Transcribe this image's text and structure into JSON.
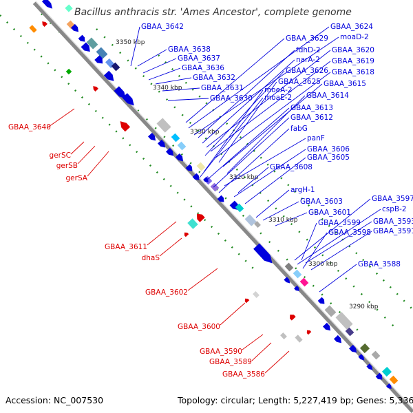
{
  "title": "Bacillus anthracis str. 'Ames Ancestor', complete genome",
  "footer": {
    "accession": "Accession: NC_007530",
    "topology": "Topology: circular; Length: 5,227,419 bp; Genes: 5,336"
  },
  "colors": {
    "forward_gene": "#0000dd",
    "reverse_gene": "#dd0000",
    "backbone": "#888888",
    "tick": "#228b22"
  },
  "kbp_markers": [
    "3350 kbp",
    "3340 kbp",
    "3330 kbp",
    "3320 kbp",
    "3310 kbp",
    "3300 kbp",
    "3290 kbp"
  ],
  "forward_labels": [
    "GBAA_3642",
    "GBAA_3638",
    "GBAA_3637",
    "GBAA_3636",
    "GBAA_3632",
    "GBAA_3631",
    "GBAA_3630",
    "GBAA_3629",
    "GBAA_3624",
    "moaD-2",
    "fdhD-2",
    "narA-2",
    "GBAA_3620",
    "GBAA_3619",
    "GBAA_3626",
    "GBAA_3618",
    "GBAA_3625",
    "GBAA_3615",
    "moeA-2",
    "moaE-2",
    "GBAA_3614",
    "GBAA_3613",
    "GBAA_3612",
    "fabG",
    "panF",
    "GBAA_3606",
    "GBAA_3605",
    "GBAA_3608",
    "argH-1",
    "GBAA_3603",
    "GBAA_3597",
    "cspB-2",
    "GBAA_3601",
    "GBAA_3599",
    "GBAA_3593",
    "GBAA_3598",
    "GBAA_3591",
    "GBAA_3588"
  ],
  "reverse_labels": [
    "GBAA_3640",
    "gerSC",
    "gerSB",
    "gerSA",
    "GBAA_3611",
    "dhaS",
    "GBAA_3602",
    "GBAA_3600",
    "GBAA_3590",
    "GBAA_3589",
    "GBAA_3586"
  ]
}
